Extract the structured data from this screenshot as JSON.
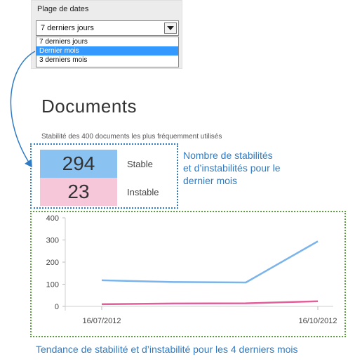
{
  "date_range": {
    "label": "Plage de dates",
    "selected": "7 derniers jours",
    "options": [
      "7 derniers jours",
      "Dernier mois",
      "3 derniers mois"
    ],
    "highlighted_index": 1
  },
  "page": {
    "title": "Documents",
    "subtitle": "Stabilité des 400 documents les plus fréquemment utilisés"
  },
  "stats": {
    "stable_value": "294",
    "stable_label": "Stable",
    "unstable_value": "23",
    "unstable_label": "Instable",
    "annotation": "Nombre de stabilités et d’instabilités pour le dernier mois"
  },
  "chart_annotation": "Tendance de stabilité et d’instabilité pour les 4 derniers mois",
  "chart_data": {
    "type": "line",
    "ylim": [
      0,
      400
    ],
    "yticks": [
      0,
      100,
      200,
      300,
      400
    ],
    "x": [
      0,
      1,
      2,
      3
    ],
    "x_tick_labels": [
      {
        "index": 0,
        "label": "16/07/2012"
      },
      {
        "index": 3,
        "label": "16/10/2012"
      }
    ],
    "series": [
      {
        "key": "stable",
        "color": "#7ab4ea",
        "values": [
          118,
          110,
          108,
          294
        ]
      },
      {
        "key": "unstable",
        "color": "#e0609a",
        "values": [
          10,
          13,
          14,
          23
        ]
      }
    ]
  }
}
